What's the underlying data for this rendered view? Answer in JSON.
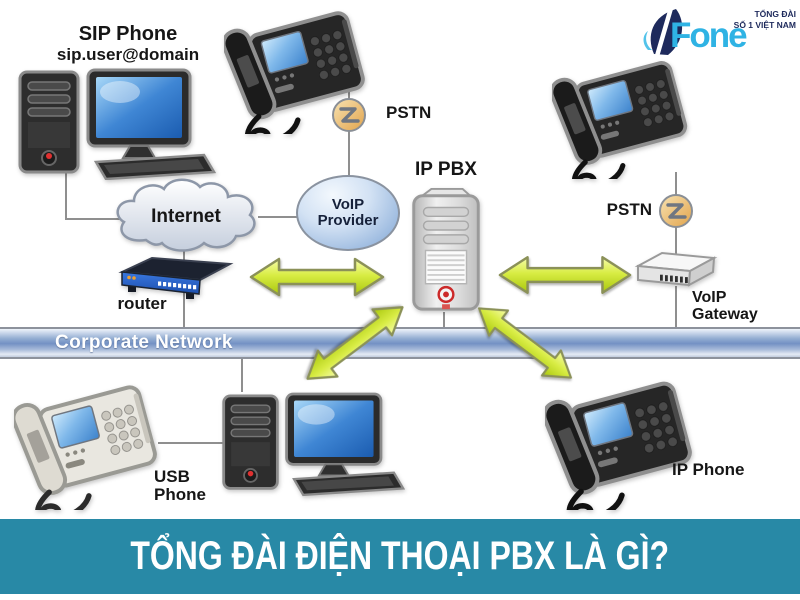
{
  "logo": {
    "brand": "Fone",
    "tagline1": "TỔNG ĐÀI",
    "tagline2": "SỐ 1 VIỆT NAM"
  },
  "diagram": {
    "sip_phone_title": "SIP Phone",
    "sip_phone_subtitle": "sip.user@domain",
    "pstn_top": "PSTN",
    "pstn_right": "PSTN",
    "voip_provider_line1": "VoIP",
    "voip_provider_line2": "Provider",
    "internet": "Internet",
    "router": "router",
    "ip_pbx": "IP PBX",
    "voip_gateway_line1": "VoIP",
    "voip_gateway_line2": "Gateway",
    "corporate_network": "Corporate Network",
    "usb_phone_line1": "USB",
    "usb_phone_line2": "Phone",
    "ip_phone": "IP Phone"
  },
  "banner": {
    "title": "TỔNG ĐÀI ĐIỆN THOẠI PBX LÀ GÌ?"
  },
  "colors": {
    "banner_bg": "#2889a6",
    "arrow_green": "#d8ec44",
    "network_bar_blue": "#7391c4",
    "logo_blue": "#2fb3e4",
    "logo_navy": "#1e2a5c",
    "pstn_orange": "#e2a44c"
  }
}
